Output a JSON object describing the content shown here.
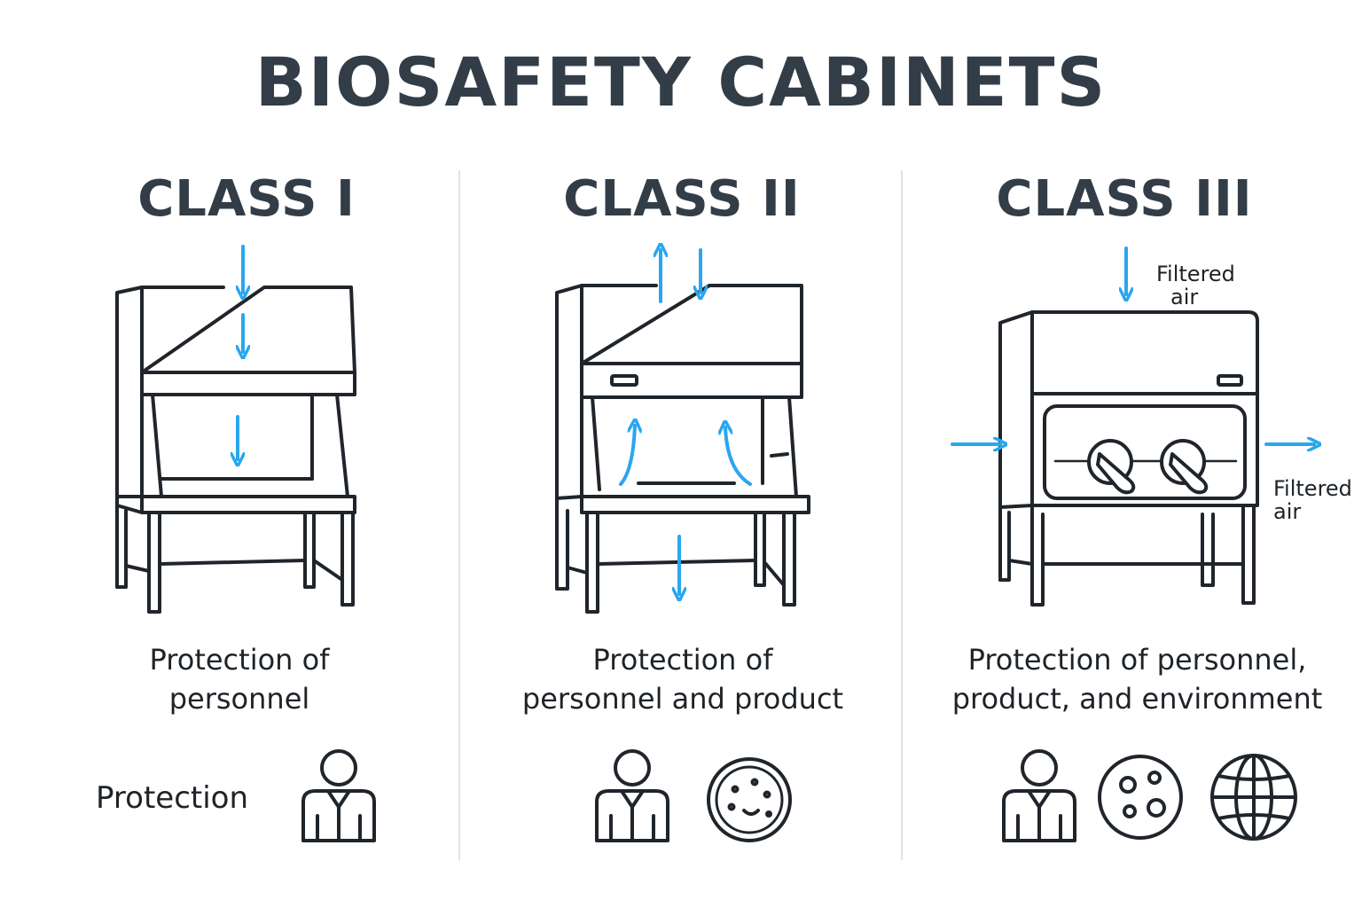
{
  "title": "BIOSAFETY CABINETS",
  "columns": [
    {
      "heading": "CLASS I",
      "description_lines": [
        "Protection of",
        "personnel"
      ],
      "protection_label": "Protection",
      "icons": [
        "person-icon"
      ]
    },
    {
      "heading": "CLASS II",
      "description_lines": [
        "Protection of",
        "personnel and product"
      ],
      "icons": [
        "person-icon",
        "petri-dish-icon"
      ]
    },
    {
      "heading": "CLASS III",
      "description_lines": [
        "Protection of personnel,",
        "product, and environment"
      ],
      "labels": {
        "top": [
          "Filtered",
          "air"
        ],
        "right": [
          "Filtered",
          "air"
        ]
      },
      "icons": [
        "person-icon",
        "culture-dish-icon",
        "globe-icon"
      ]
    }
  ],
  "colors": {
    "line": "#1f252b",
    "arrow": "#2aa6ef",
    "heading": "#333d47",
    "divider": "#e3e3e3"
  }
}
